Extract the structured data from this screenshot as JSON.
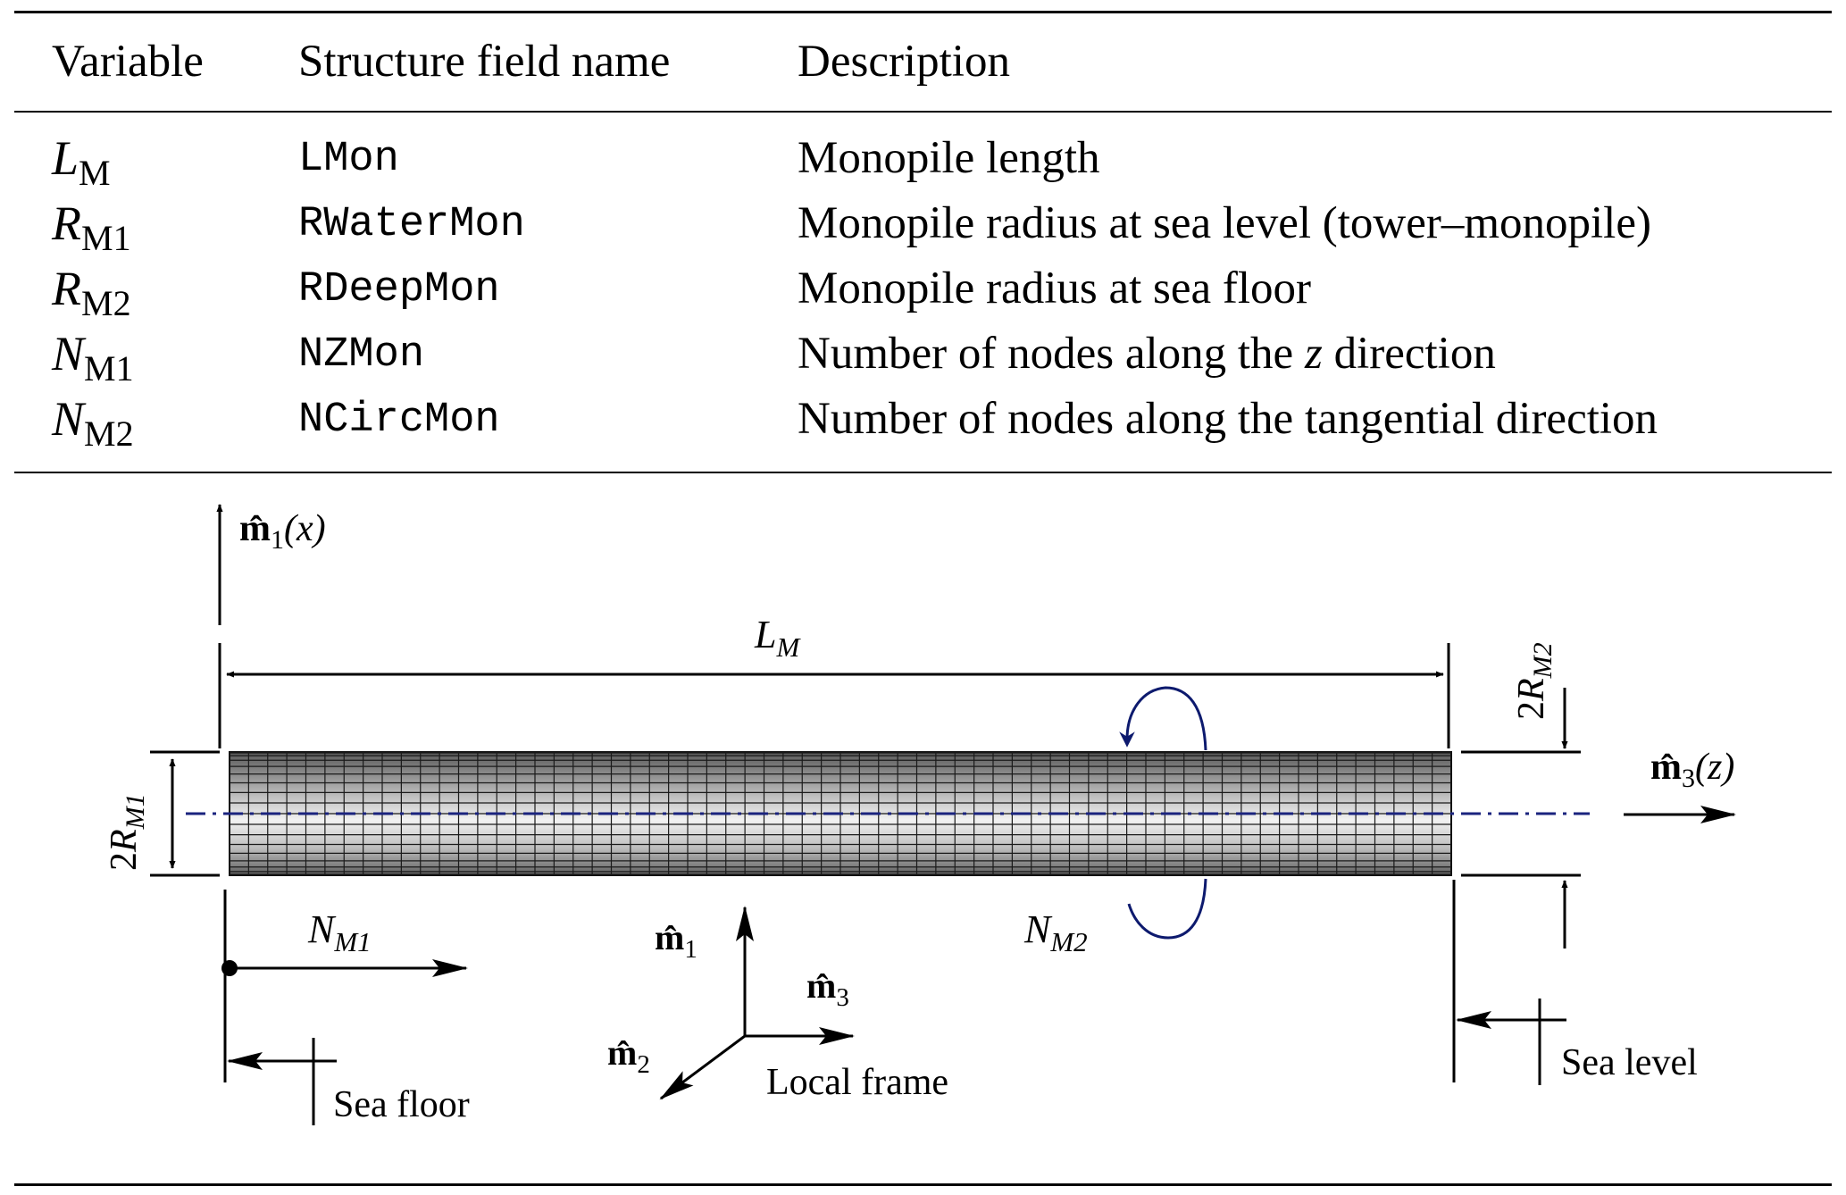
{
  "table": {
    "headers": [
      "Variable",
      "Structure field name",
      "Description"
    ],
    "rows": [
      {
        "var": "L",
        "sub": "M",
        "field": "LMon",
        "desc": "Monopile length"
      },
      {
        "var": "R",
        "sub": "M1",
        "field": "RWaterMon",
        "desc": "Monopile radius at sea level (tower–monopile)"
      },
      {
        "var": "R",
        "sub": "M2",
        "field": "RDeepMon",
        "desc": "Monopile radius at sea floor"
      },
      {
        "var": "N",
        "sub": "M1",
        "field": "NZMon",
        "desc_pre": "Number of nodes along the ",
        "desc_em": "z",
        "desc_post": " direction"
      },
      {
        "var": "N",
        "sub": "M2",
        "field": "NCircMon",
        "desc": "Number of nodes along the tangential direction"
      }
    ]
  },
  "diagram": {
    "axis_m1": {
      "base": "m̂",
      "sub": "1",
      "arg": "(x)"
    },
    "axis_m3": {
      "base": "m̂",
      "sub": "3",
      "arg": "(z)"
    },
    "length_label": {
      "base": "L",
      "sub": "M"
    },
    "radius_left": {
      "pre": "2",
      "base": "R",
      "sub": "M1"
    },
    "radius_right": {
      "pre": "2",
      "base": "R",
      "sub": "M2"
    },
    "nodes_axial": {
      "base": "N",
      "sub": "M1"
    },
    "nodes_circ": {
      "base": "N",
      "sub": "M2"
    },
    "local_m1": {
      "base": "m̂",
      "sub": "1"
    },
    "local_m2": {
      "base": "m̂",
      "sub": "2"
    },
    "local_m3": {
      "base": "m̂",
      "sub": "3"
    },
    "local_frame": "Local frame",
    "sea_floor": "Sea floor",
    "sea_level": "Sea level",
    "colors": {
      "centerline": "#1a237e",
      "rotation_arrow": "#0d1a6e",
      "mesh_line": "#1a1a1a"
    }
  }
}
